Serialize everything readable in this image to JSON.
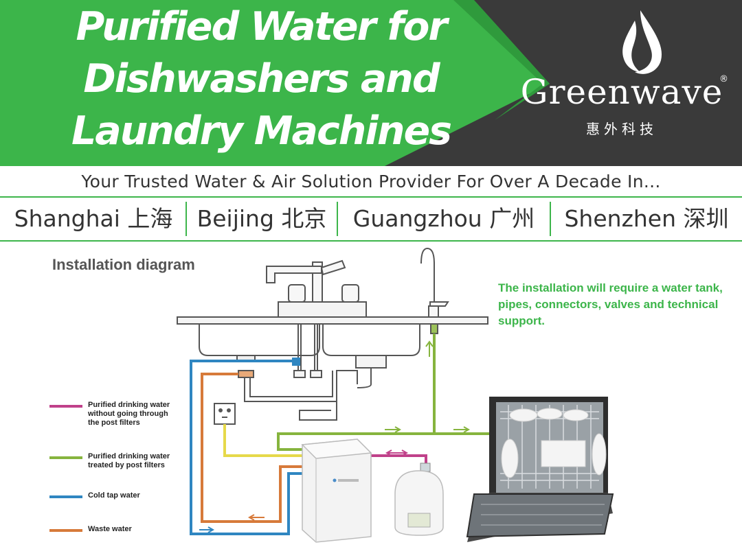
{
  "banner": {
    "headline": [
      "Purified Water for",
      "Dishwashers and",
      "Laundry Machines"
    ],
    "colors": {
      "green": "#3cb54a",
      "dark": "#3a3a3a"
    }
  },
  "brand": {
    "name": "Greenwave",
    "registered_mark": "®",
    "chinese_name": "惠外科技",
    "logo": "water-drop-icon"
  },
  "tagline": "Your Trusted Water & Air Solution Provider For Over A Decade In...",
  "cities": [
    "Shanghai 上海",
    "Beijing 北京",
    "Guangzhou 广州",
    "Shenzhen 深圳"
  ],
  "diagram": {
    "title": "Installation diagram",
    "note": "The installation will require a water tank, pipes, connectors, valves and technical support.",
    "legend": [
      {
        "label": "Purified drinking water\nwithout going through\nthe post filters",
        "color": "#c0418a"
      },
      {
        "label": "Purified drinking water\ntreated by post filters",
        "color": "#86b43e"
      },
      {
        "label": "Cold tap water",
        "color": "#2f86c1"
      },
      {
        "label": "Waste water",
        "color": "#d77a3a"
      }
    ],
    "components": [
      "sink",
      "kitchen-faucet",
      "drinking-faucet",
      "wall-socket",
      "ro-purifier",
      "pressure-tank",
      "dishwasher"
    ]
  }
}
